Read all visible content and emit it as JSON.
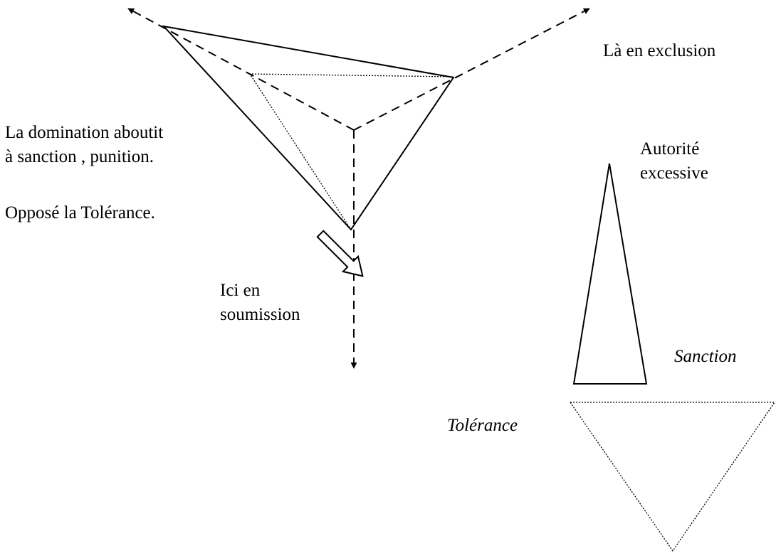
{
  "labels": {
    "exclusion": "Là en exclusion",
    "domination_line1": "La domination aboutit",
    "domination_line2": "à sanction , punition.",
    "opposite": "Opposé la Tolérance.",
    "submission_line1": "Ici en",
    "submission_line2": "soumission",
    "authority_line1": "Autorité",
    "authority_line2": "excessive",
    "sanction": "Sanction",
    "tolerance": "Tolérance"
  },
  "colors": {
    "ink": "#000000",
    "background": "#ffffff"
  },
  "icons": {
    "transition_arrow": "hollow-arrow-down-right"
  }
}
